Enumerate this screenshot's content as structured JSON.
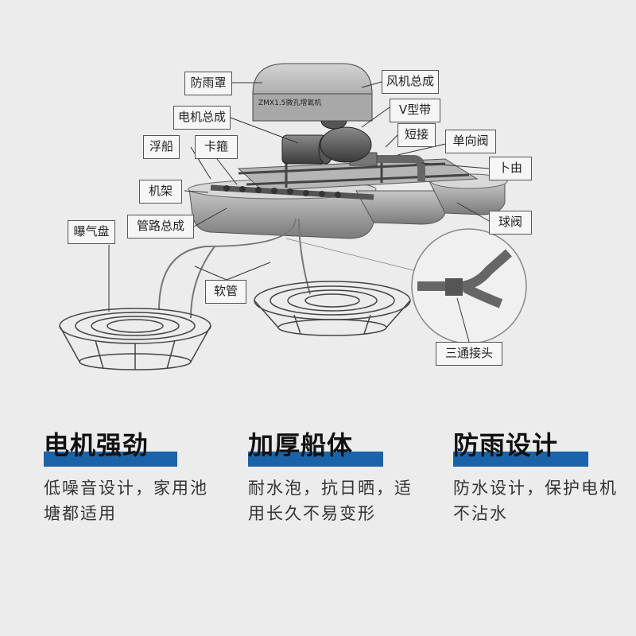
{
  "diagram": {
    "device_plate": "ZMX1.5微孔增氧机",
    "labels": {
      "rain_cover": "防雨罩",
      "fan_assembly": "风机总成",
      "motor_assembly": "电机总成",
      "v_belt": "V型带",
      "float_boat": "浮船",
      "clamp": "卡箍",
      "short_joint": "短接",
      "check_valve": "单向阀",
      "elbow": "卜由",
      "frame": "机架",
      "pipe_assembly": "管路总成",
      "ball_valve": "球阀",
      "aeration_disc": "曝气盘",
      "hose": "软管",
      "tee_joint": "三通接头"
    }
  },
  "features": [
    {
      "title": "电机强劲",
      "desc": "低噪音设计，家用池塘都适用",
      "color": "#1b63a8"
    },
    {
      "title": "加厚船体",
      "desc": "耐水泡，抗日晒，适用长久不易变形",
      "color": "#1b63a8"
    },
    {
      "title": "防雨设计",
      "desc": "防水设计，保护电机不沾水",
      "color": "#1b63a8"
    }
  ]
}
